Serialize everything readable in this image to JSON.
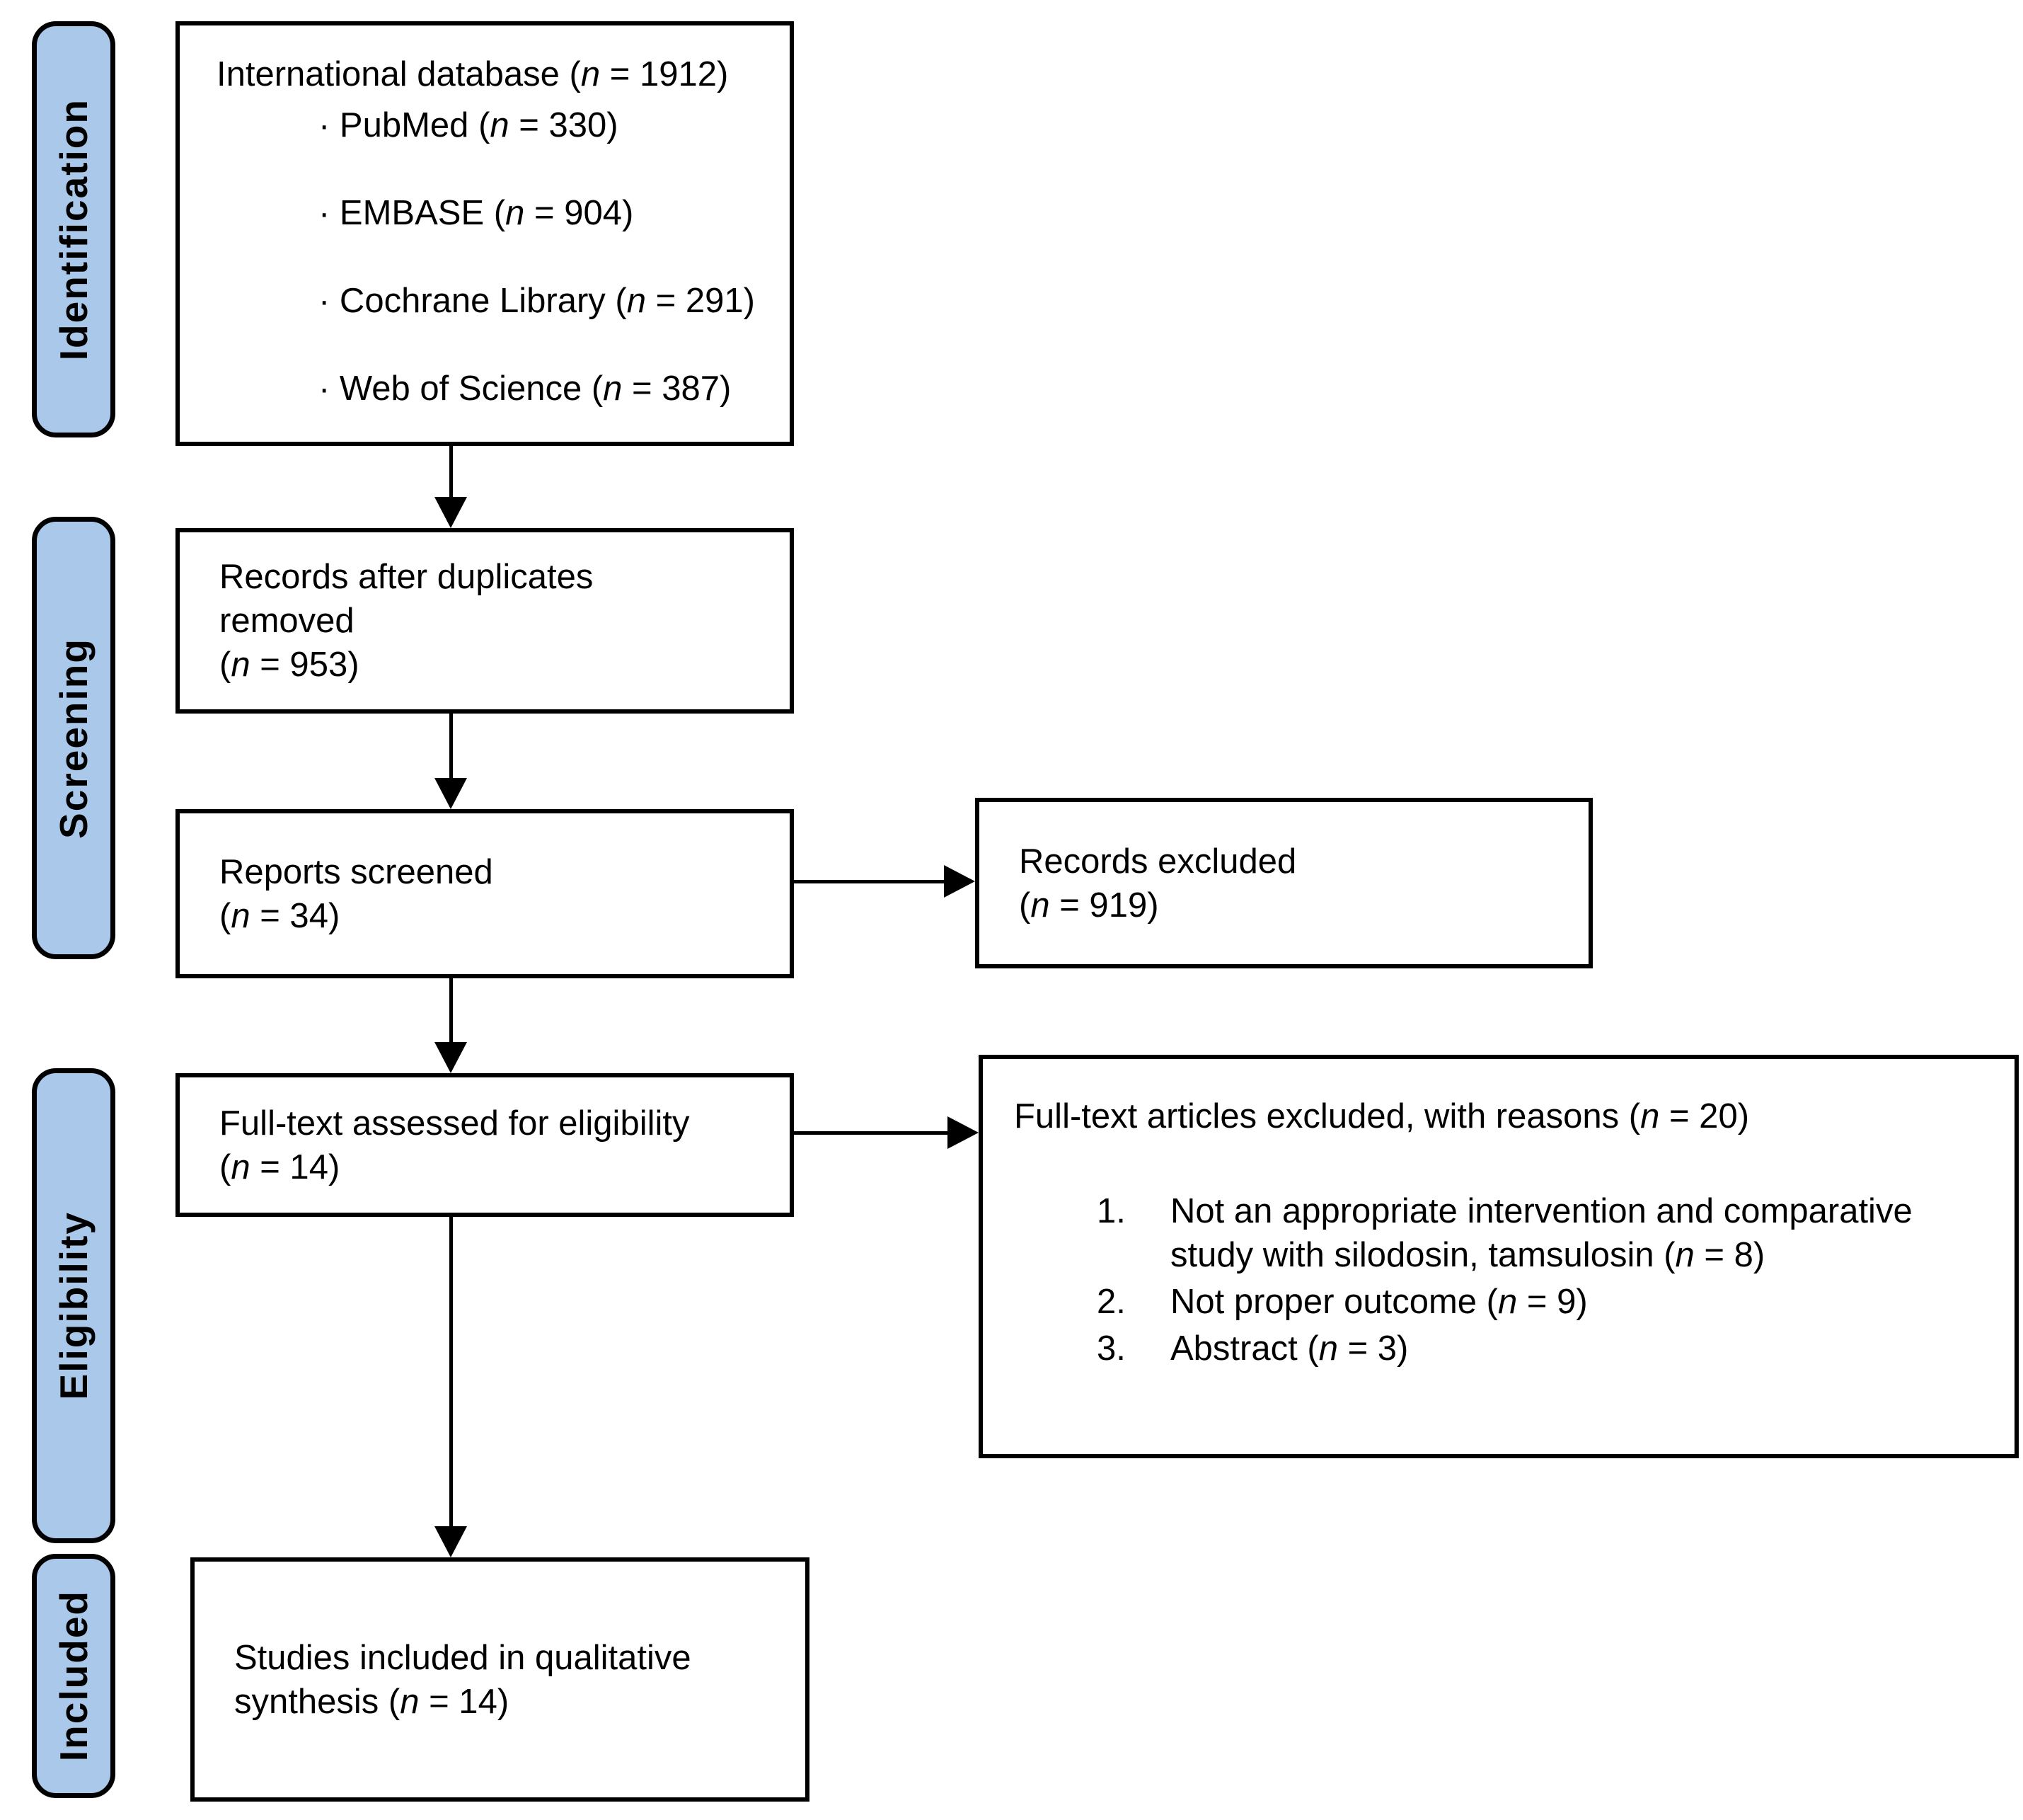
{
  "diagram": {
    "stages": [
      {
        "id": "identification",
        "label": "Identification"
      },
      {
        "id": "screening",
        "label": "Screening"
      },
      {
        "id": "eligibility",
        "label": "Eligibility"
      },
      {
        "id": "included",
        "label": "Included"
      }
    ],
    "boxes": {
      "database": {
        "title": {
          "label": "International database",
          "n": "1912"
        },
        "bullet_char": "·",
        "sources": [
          {
            "label": "PubMed",
            "n": "330"
          },
          {
            "label": "EMBASE",
            "n": "904"
          },
          {
            "label": "Cochrane Library",
            "n": "291"
          },
          {
            "label": "Web of Science",
            "n": "387"
          }
        ]
      },
      "duplicates": {
        "lines": [
          "Records after duplicates",
          "removed"
        ],
        "n": "953"
      },
      "screened": {
        "lines": [
          "Reports screened"
        ],
        "n": "34"
      },
      "records_excluded": {
        "lines": [
          "Records excluded"
        ],
        "n": "919"
      },
      "fulltext": {
        "lines": [
          "Full-text assessed for eligibility"
        ],
        "n": "14"
      },
      "fulltext_excluded": {
        "title": {
          "label": "Full-text articles excluded, with reasons",
          "n": "20"
        },
        "reasons": [
          {
            "number": "1.",
            "label": "Not an appropriate intervention and comparative study with silodosin, tamsulosin",
            "n": "8"
          },
          {
            "number": "2.",
            "label": "Not proper outcome",
            "n": "9"
          },
          {
            "number": "3.",
            "label": "Abstract",
            "n": "3"
          }
        ]
      },
      "included_box": {
        "line1": "Studies included in qualitative",
        "line2": "synthesis",
        "n": "14"
      }
    },
    "colors": {
      "stage_fill": "#a9c8ea",
      "border": "#000000",
      "background": "#ffffff"
    }
  }
}
